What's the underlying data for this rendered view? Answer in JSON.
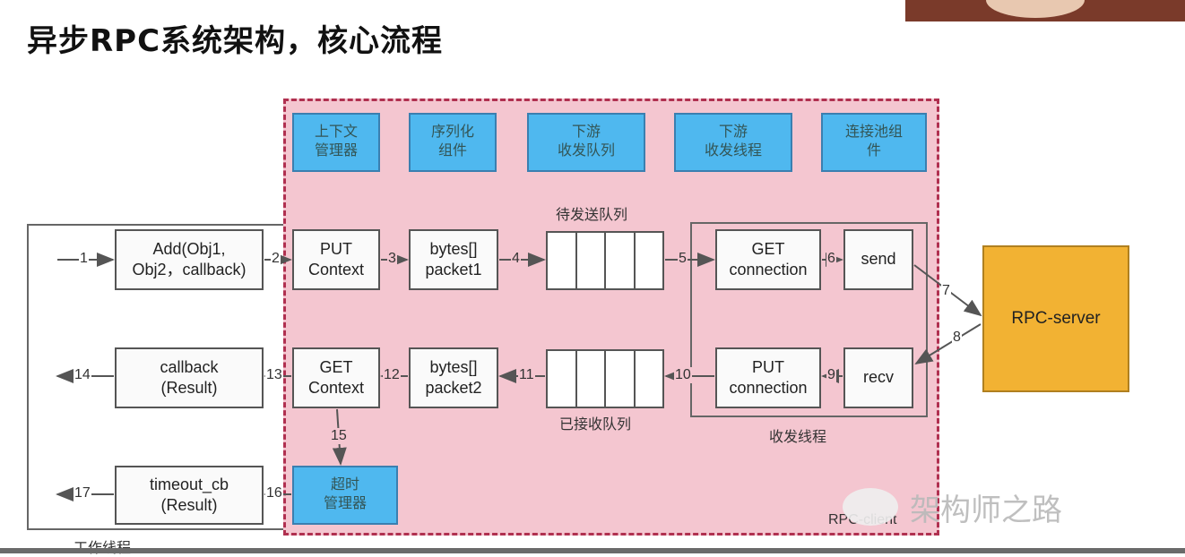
{
  "title": "异步RPC系统架构，核心流程",
  "components": {
    "context_manager": "上下文\n管理器",
    "serializer": "序列化\n组件",
    "downstream_queue": "下游\n收发队列",
    "downstream_thread": "下游\n收发线程",
    "conn_pool": "连接池组\n件"
  },
  "boxes": {
    "add": "Add(Obj1,\nObj2，callback)",
    "put_context": "PUT\nContext",
    "bytes1": "bytes[]\npacket1",
    "get_connection": "GET\nconnection",
    "send": "send",
    "callback": "callback\n(Result)",
    "get_context": "GET\nContext",
    "bytes2": "bytes[]\npacket2",
    "put_connection": "PUT\nconnection",
    "recv": "recv",
    "timeout_cb": "timeout_cb\n(Result)",
    "timeout_manager": "超时\n管理器",
    "server": "RPC-server"
  },
  "labels": {
    "send_queue": "待发送队列",
    "recv_queue": "已接收队列",
    "io_thread": "收发线程",
    "worker_thread": "工作线程",
    "rpc_client": "RPC-client"
  },
  "steps": [
    "1",
    "2",
    "3",
    "4",
    "5",
    "6",
    "7",
    "8",
    "9",
    "10",
    "11",
    "12",
    "13",
    "14",
    "15",
    "16",
    "17"
  ],
  "watermark": "架构师之路"
}
